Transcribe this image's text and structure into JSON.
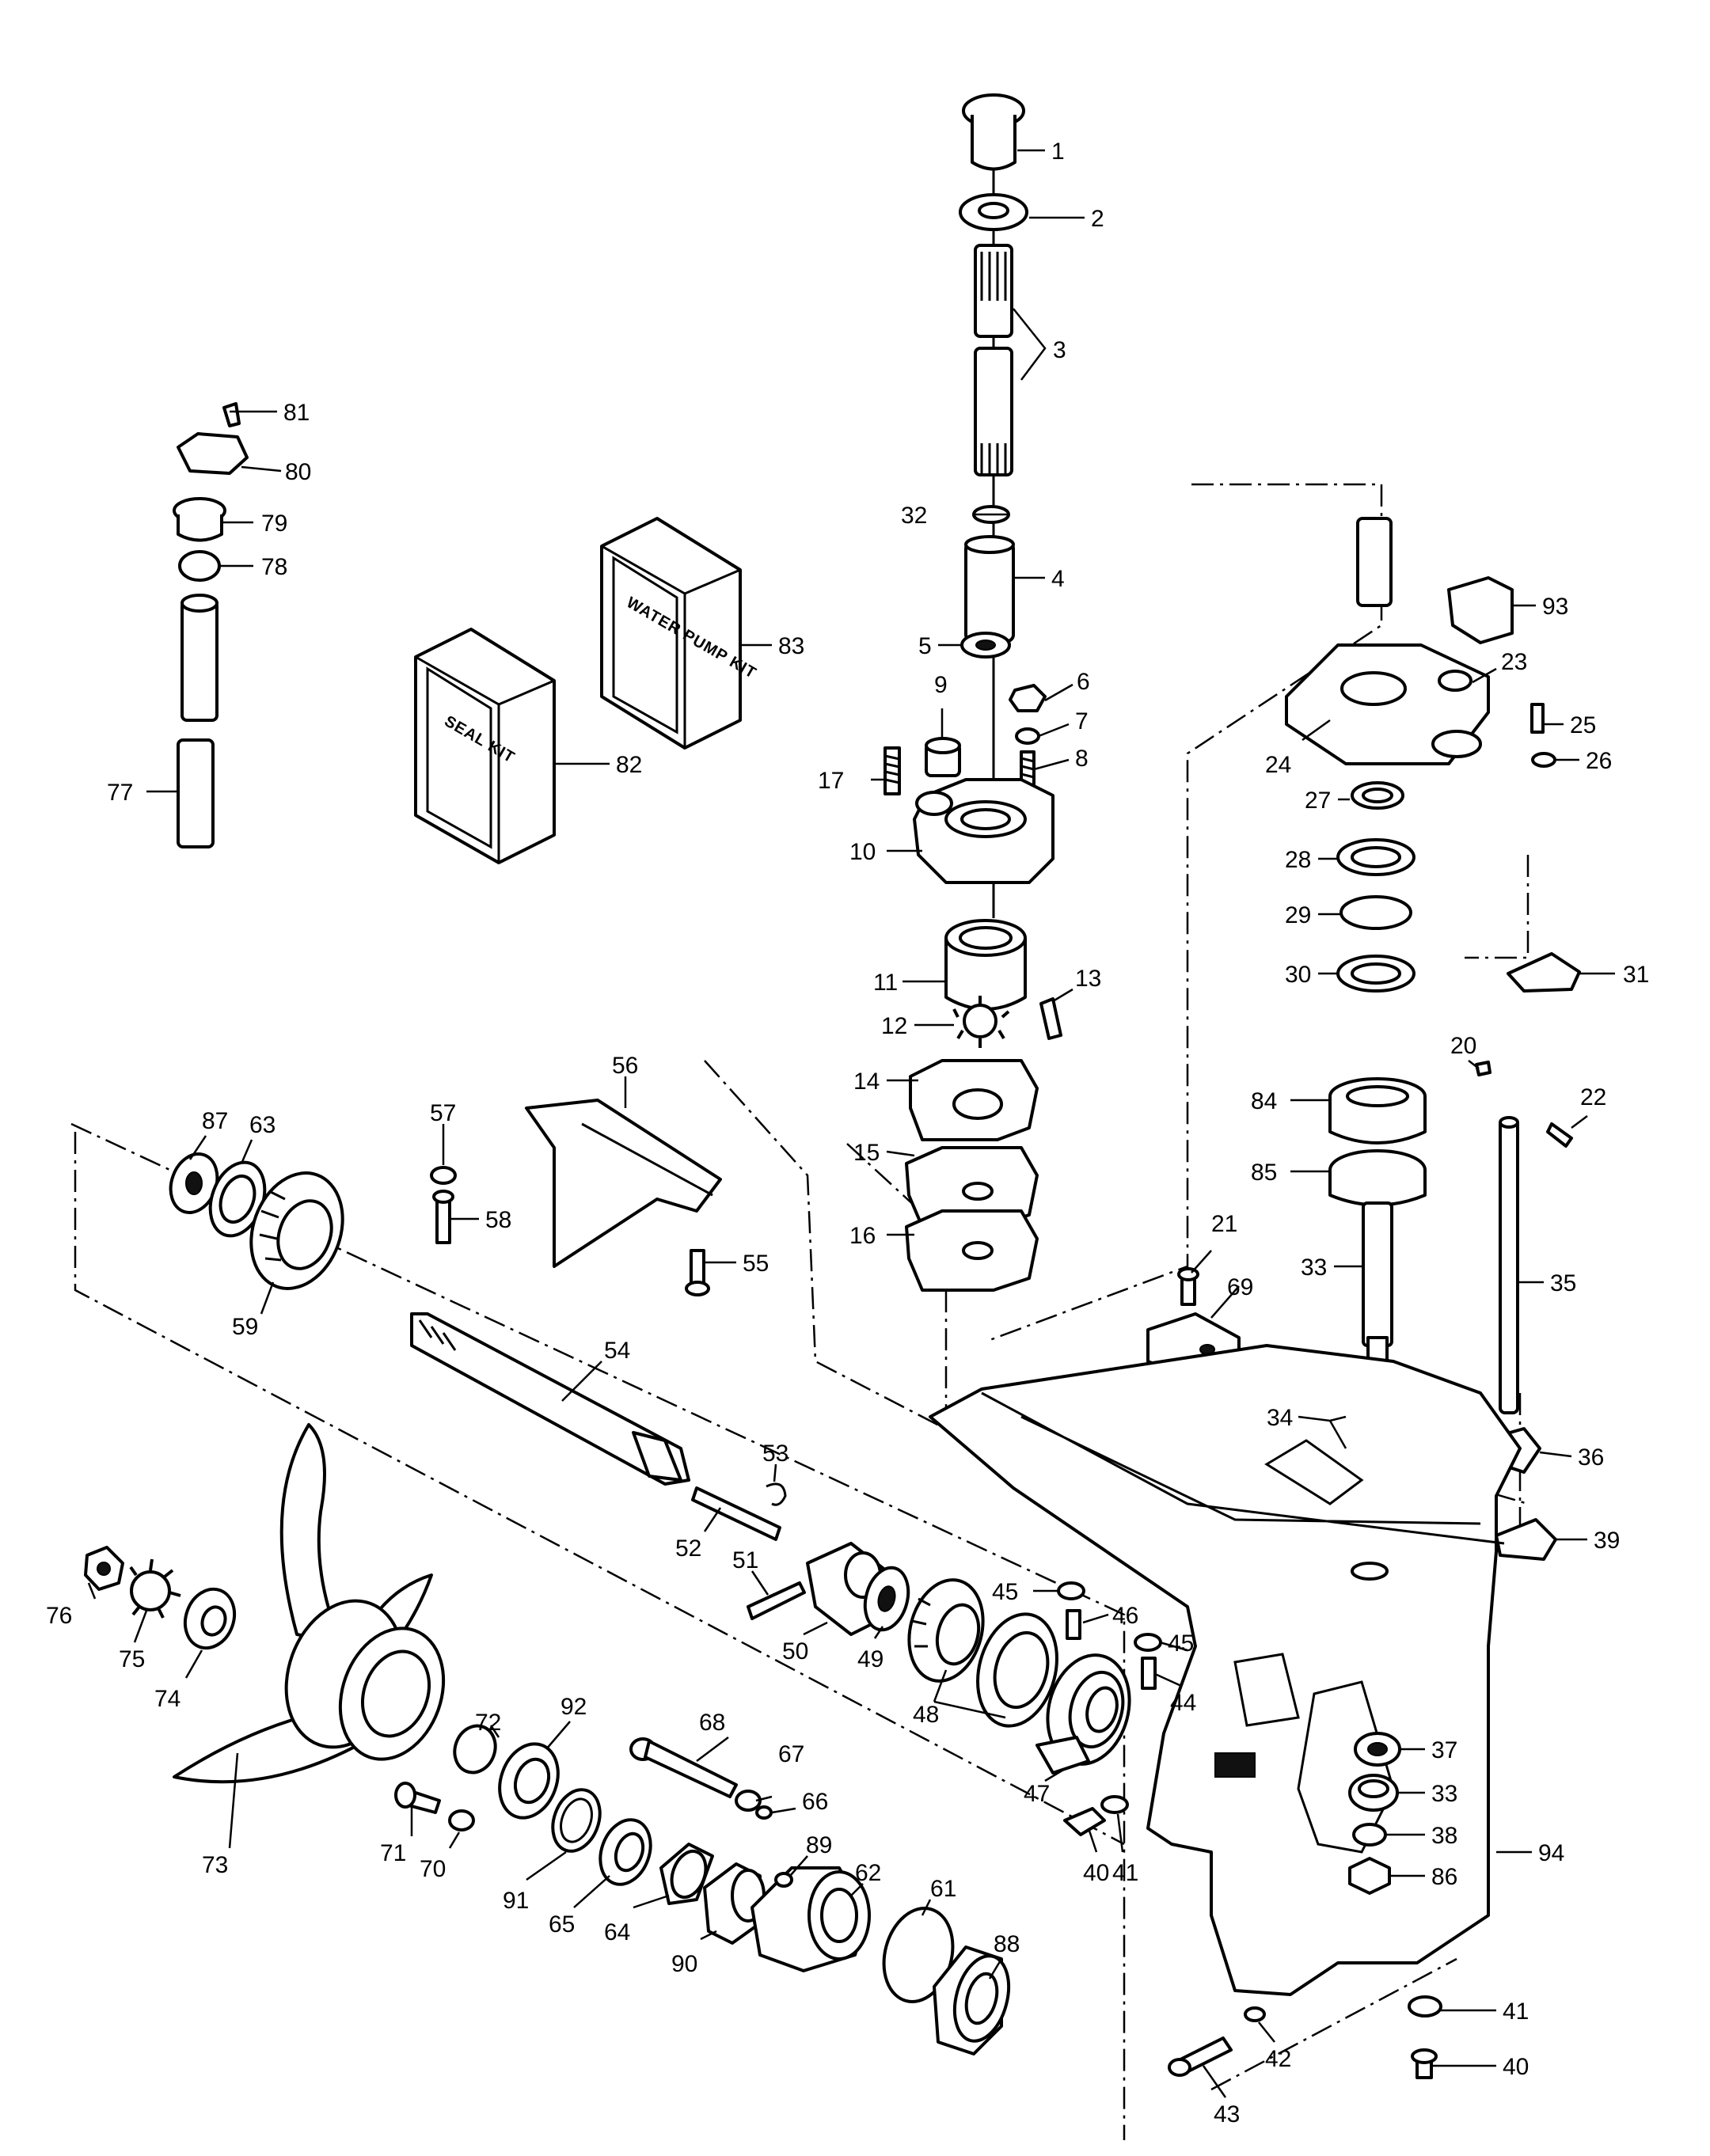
{
  "kits": {
    "seal_kit": "SEAL KIT",
    "water_pump_kit": "WATER PUMP KIT"
  },
  "callouts": [
    "1",
    "2",
    "3",
    "4",
    "5",
    "6",
    "7",
    "8",
    "9",
    "10",
    "11",
    "12",
    "13",
    "14",
    "15",
    "16",
    "17",
    "20",
    "21",
    "22",
    "23",
    "24",
    "25",
    "26",
    "27",
    "28",
    "29",
    "30",
    "31",
    "32",
    "33",
    "34",
    "35",
    "36",
    "37",
    "33",
    "38",
    "39",
    "40",
    "41",
    "40",
    "41",
    "42",
    "43",
    "44",
    "45",
    "45",
    "46",
    "47",
    "48",
    "49",
    "50",
    "51",
    "52",
    "53",
    "54",
    "55",
    "56",
    "57",
    "58",
    "59",
    "61",
    "62",
    "63",
    "64",
    "65",
    "66",
    "67",
    "68",
    "69",
    "70",
    "71",
    "72",
    "73",
    "74",
    "75",
    "76",
    "77",
    "78",
    "79",
    "80",
    "81",
    "82",
    "83",
    "84",
    "85",
    "86",
    "87",
    "88",
    "89",
    "90",
    "91",
    "92",
    "93",
    "94"
  ]
}
